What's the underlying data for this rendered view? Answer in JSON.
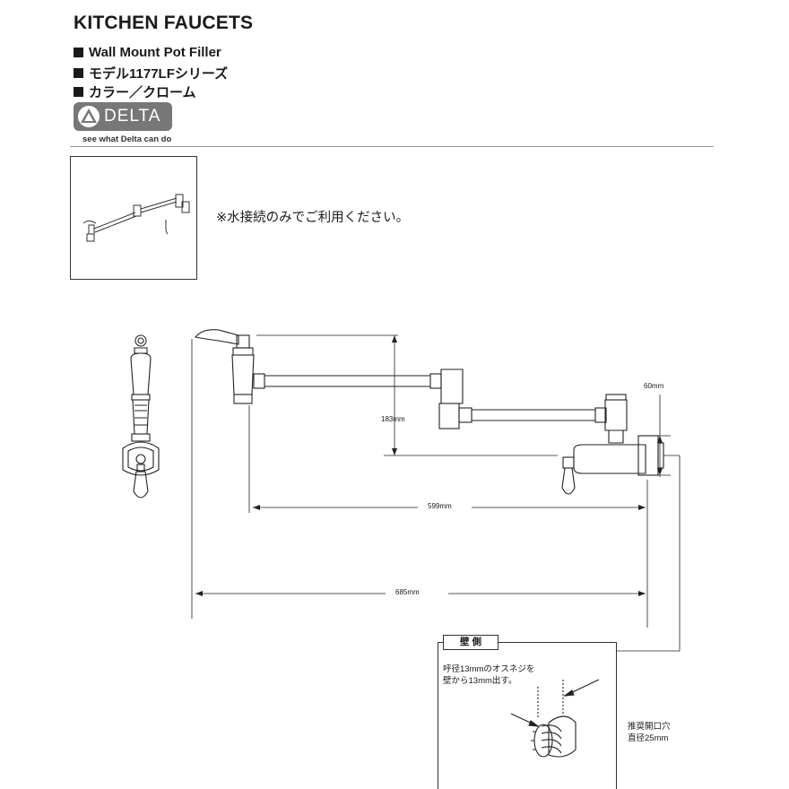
{
  "header": {
    "title": "KITCHEN FAUCETS",
    "specs": [
      "Wall Mount Pot Filler",
      "モデル1177LFシリーズ",
      "カラー／クローム"
    ]
  },
  "brand": {
    "logo_text": "DELTA",
    "tagline": "see what Delta can do",
    "logo_color": "#777777"
  },
  "note": "※水接続のみでご利用ください。",
  "dimensions": {
    "height": "183mm",
    "wall_depth": "60mm",
    "reach_inner": "599mm",
    "reach_total": "685mm"
  },
  "wall_detail": {
    "tag": "壁 側",
    "instruction_line1": "呼径13mmのオスネジを",
    "instruction_line2": "壁から13mm出す。",
    "hole_line1": "推奨開口穴",
    "hole_line2": "直径25mm"
  }
}
